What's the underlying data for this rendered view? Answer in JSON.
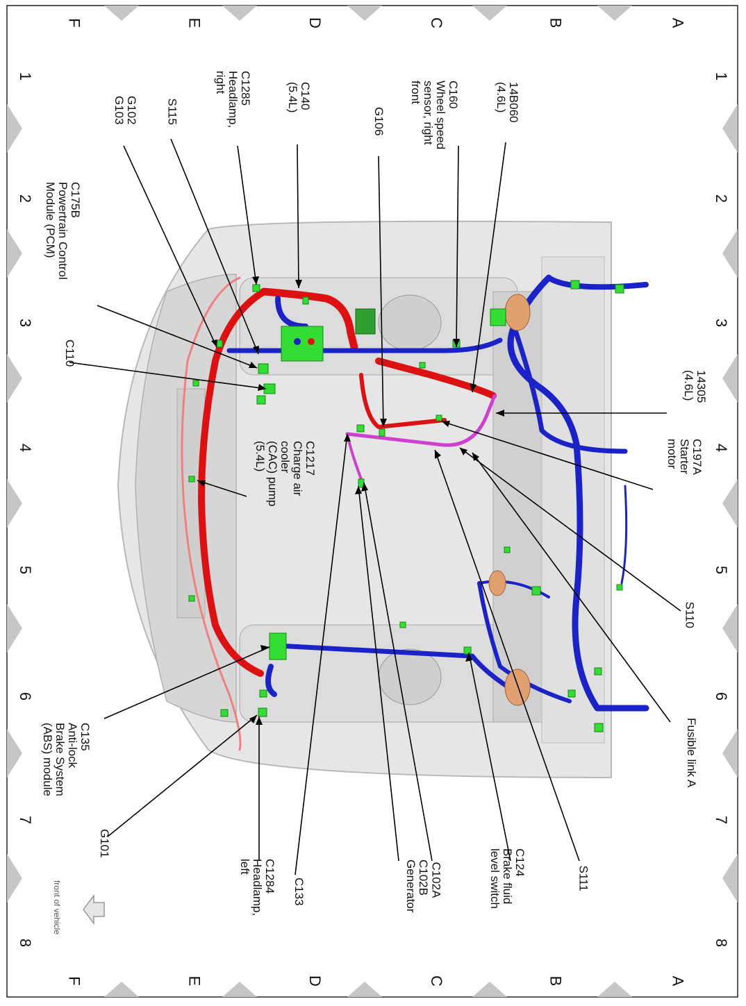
{
  "grid": {
    "rows": [
      "A",
      "B",
      "C",
      "D",
      "E",
      "F"
    ],
    "cols": [
      "1",
      "2",
      "3",
      "4",
      "5",
      "6",
      "7",
      "8"
    ]
  },
  "front_label": "front of vehicle",
  "callouts": {
    "c160": "C160\nWheel speed\nsensor, right\nfront",
    "c14b060": "14B060\n(4.6L)",
    "g106": "G106",
    "c140": "C140\n(5.4L)",
    "c1285": "C1285\nHeadlamp,\nright",
    "s115": "S115",
    "g102": "G102\nG103",
    "c175b": "C175B\nPowertrain Control\nModule (PCM)",
    "c110": "C110",
    "c1217": "C1217\nCharge air\ncooler\n(CAC) pump\n(5.4L)",
    "c14305": "14305\n(4.6L)",
    "c197a": "C197A\nStarter\nmotor",
    "s110": "S110",
    "fusible": "Fusible link A",
    "s111": "S111",
    "c124": "C124\nBrake fluid\nlevel switch",
    "c102a": "C102A",
    "c102b": "C102B\nGenerator",
    "c133": "C133",
    "c1284": "C1284\nHeadlamp,\nleft",
    "g101": "G101",
    "c135": "C135\nAnti-lock\nBrake System\n(ABS) module"
  },
  "colors": {
    "harness_red": "#dd1111",
    "harness_blue": "#1a22c8",
    "harness_magenta": "#d040d0",
    "connector_green": "#33dd33",
    "body_grey": "#e4e4e4",
    "marker_grey": "#c4c4c4"
  }
}
